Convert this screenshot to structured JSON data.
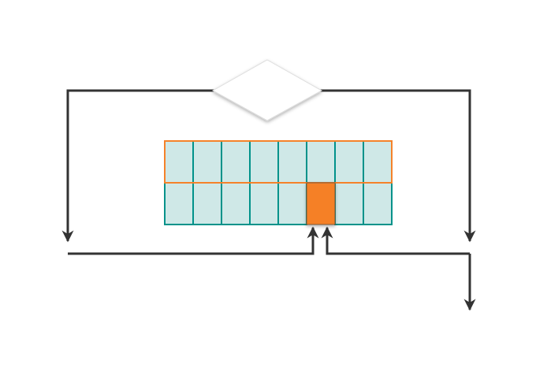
{
  "diagram": {
    "grid": {
      "rows": 2,
      "cols": 8,
      "highlighted_cell": {
        "row": 1,
        "col": 5
      }
    },
    "colors": {
      "cell_fill": "#cfe8e7",
      "cell_stroke": "#00928a",
      "top_row_stroke": "#f5822a",
      "highlight_fill": "#f58025",
      "line": "#333333",
      "diamond_fill": "#ffffff"
    }
  }
}
